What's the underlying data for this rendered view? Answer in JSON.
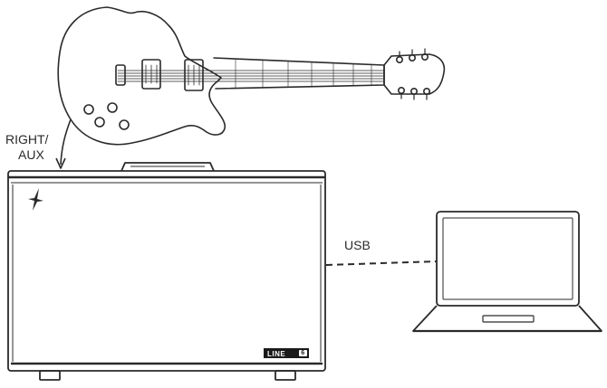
{
  "labels": {
    "right_aux_line1": "RIGHT/",
    "right_aux_line2": "AUX",
    "usb": "USB"
  },
  "logo": {
    "text": "LINE",
    "suffix": "6"
  },
  "icons": {
    "guitar": "electric-guitar-icon",
    "amplifier": "amplifier-icon",
    "laptop": "laptop-icon",
    "brand_mark": "line6-logo-icon"
  },
  "colors": {
    "stroke": "#2a2a2a",
    "background": "#ffffff"
  }
}
